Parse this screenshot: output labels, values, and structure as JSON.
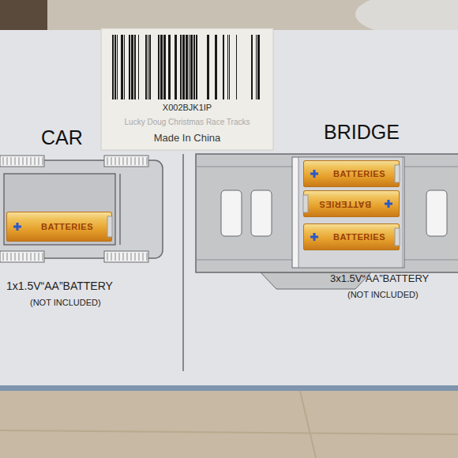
{
  "diagram": {
    "nodes": [
      {
        "text": [
          "X002BJK1IP",
          "Lucky Doug Christmas Race Tracks",
          "Made In China"
        ]
      },
      {
        "text": [
          "CAR"
        ]
      },
      {
        "text": [
          "BATTERIES"
        ],
        "in": 1
      },
      {
        "text": [
          "BRIDGE"
        ]
      },
      {
        "text": [
          "BATTERIES"
        ],
        "in": 3
      },
      {
        "text": [
          "BATTERIES"
        ],
        "in": 3
      },
      {
        "text": [
          "BATTERIES"
        ],
        "in": 3
      }
    ],
    "labels": [
      "1x1.5V“AA”BATTERY",
      "(NOT INCLUDED)",
      "3x1.5V“AA”BATTERY",
      "(NOT INCLUDED)"
    ]
  }
}
